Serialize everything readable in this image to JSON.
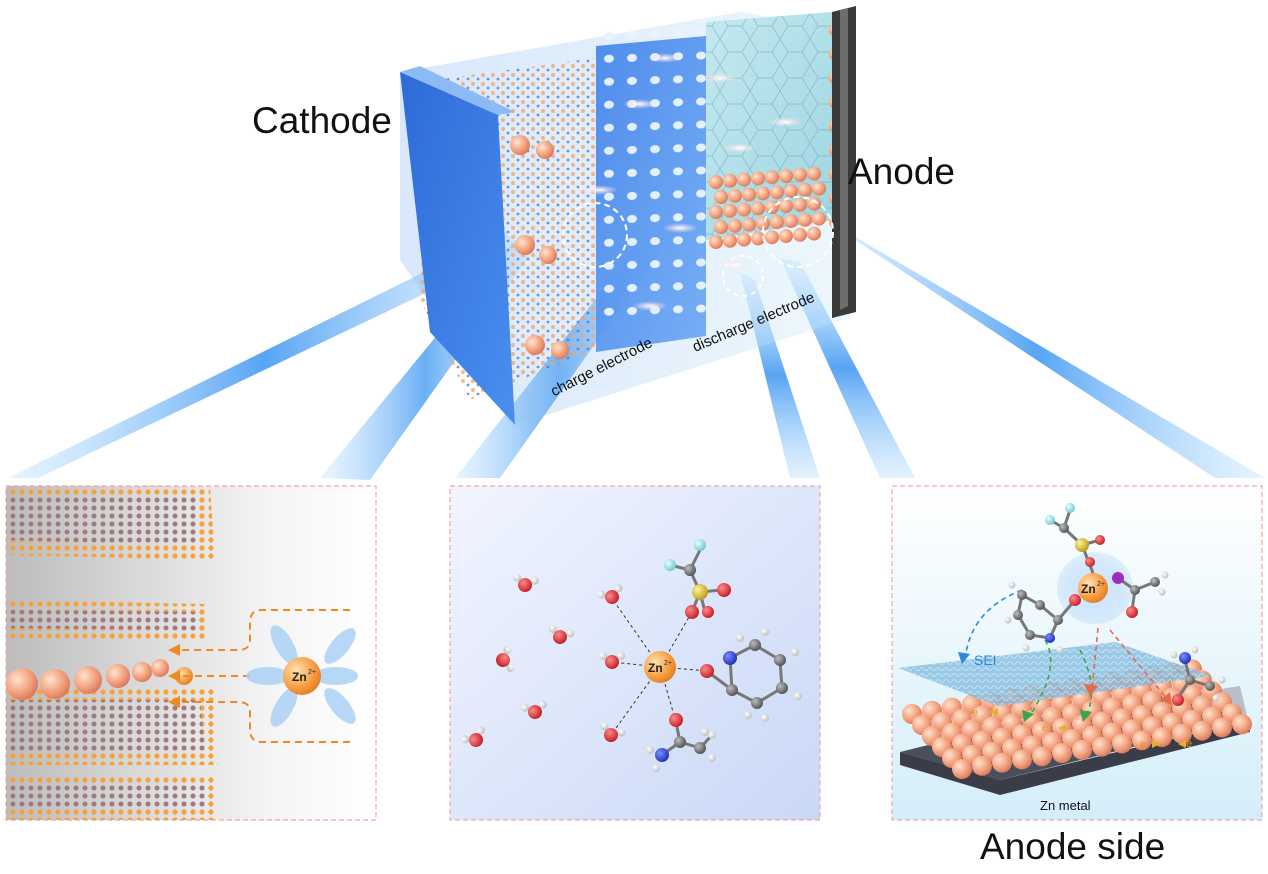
{
  "labels": {
    "cathode": "Cathode",
    "anode": "Anode",
    "anode_side": "Anode side",
    "charge_electrode": "charge electrode",
    "discharge_electrode": "discharge electrode",
    "zn_metal": "Zn metal",
    "sei": "SEI"
  },
  "ions": {
    "zn": "Zn",
    "charge": "2+",
    "electron": "e"
  },
  "colors": {
    "cathode_blue": "#3b78d8",
    "separator_blue": "#4f8ee8",
    "zn_orange": "#f5a04a",
    "zn_sphere": "#f2a98a",
    "dashed_pink": "#f0a0a0",
    "beam_blue": "#3a9bf0",
    "oxygen_red": "#d9262b",
    "sulfur_yellow": "#c9b02a",
    "nitrogen_blue": "#2340c8",
    "fluorine_teal": "#8ad6d8",
    "carbon_gray": "#6e6e6e"
  },
  "icons": [
    "zn-ion-icon",
    "water-molecule-icon",
    "electron-icon",
    "sei-arrow-icon"
  ]
}
